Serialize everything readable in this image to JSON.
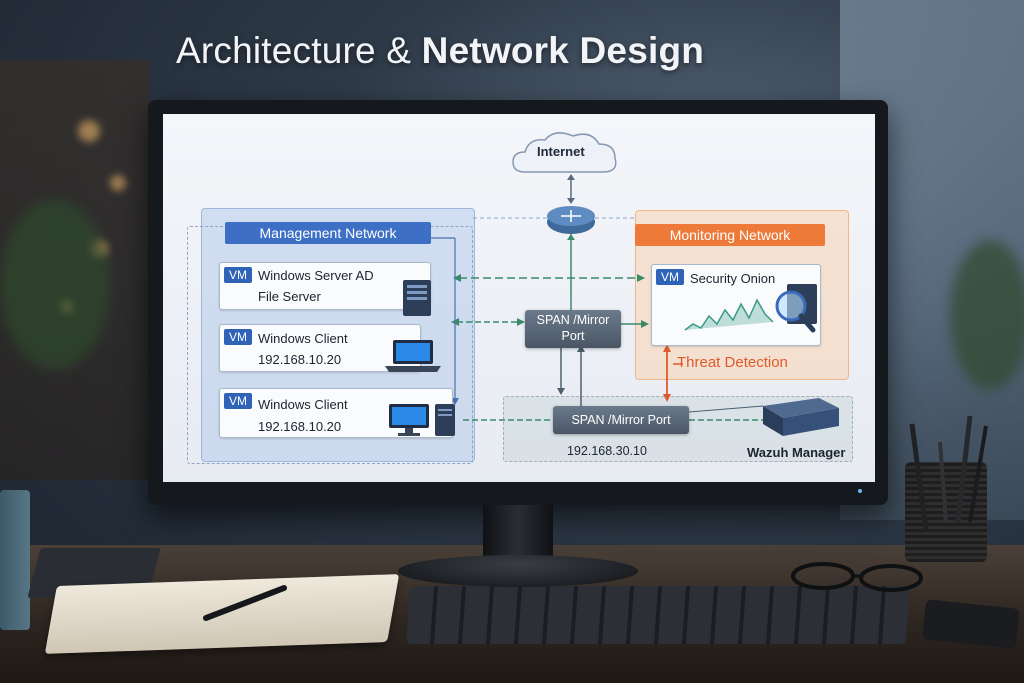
{
  "headline": {
    "part1": "Architecture & ",
    "part2": "Network Design"
  },
  "diagram": {
    "internet_label": "Internet",
    "management_network": {
      "label": "Management Network",
      "color": "#3d6fc4",
      "vms": [
        {
          "tag": "VM",
          "line1": "Windows Server AD",
          "line2": "File Server",
          "icon": "server-tower-icon"
        },
        {
          "tag": "VM",
          "line1": "Windows Client",
          "line2": "192.168.10.20",
          "icon": "laptop-icon"
        },
        {
          "tag": "VM",
          "line1": "Windows Client",
          "line2": "192.168.10.20",
          "icon": "desktop-pc-icon"
        }
      ]
    },
    "monitoring_network": {
      "label": "Monitoring Network",
      "color": "#ee7a3a",
      "vm": {
        "tag": "VM",
        "line1": "Security Onion",
        "icon": "magnifier-graph-icon"
      }
    },
    "span_top": {
      "line1": "SPAN /Mirror",
      "line2": "Port"
    },
    "span_bottom": {
      "label": "SPAN /Mirror Port",
      "ip": "192.168.30.10"
    },
    "threat_detection": "Threat Detection",
    "wazuh_manager": "Wazuh Manager",
    "router_icon": "router-icon",
    "cloud_icon": "cloud-icon"
  },
  "colors": {
    "accent_blue": "#3d6fc4",
    "accent_orange": "#ee7a3a",
    "threat_red": "#e05a2a",
    "link_green": "#3a8a6a"
  }
}
